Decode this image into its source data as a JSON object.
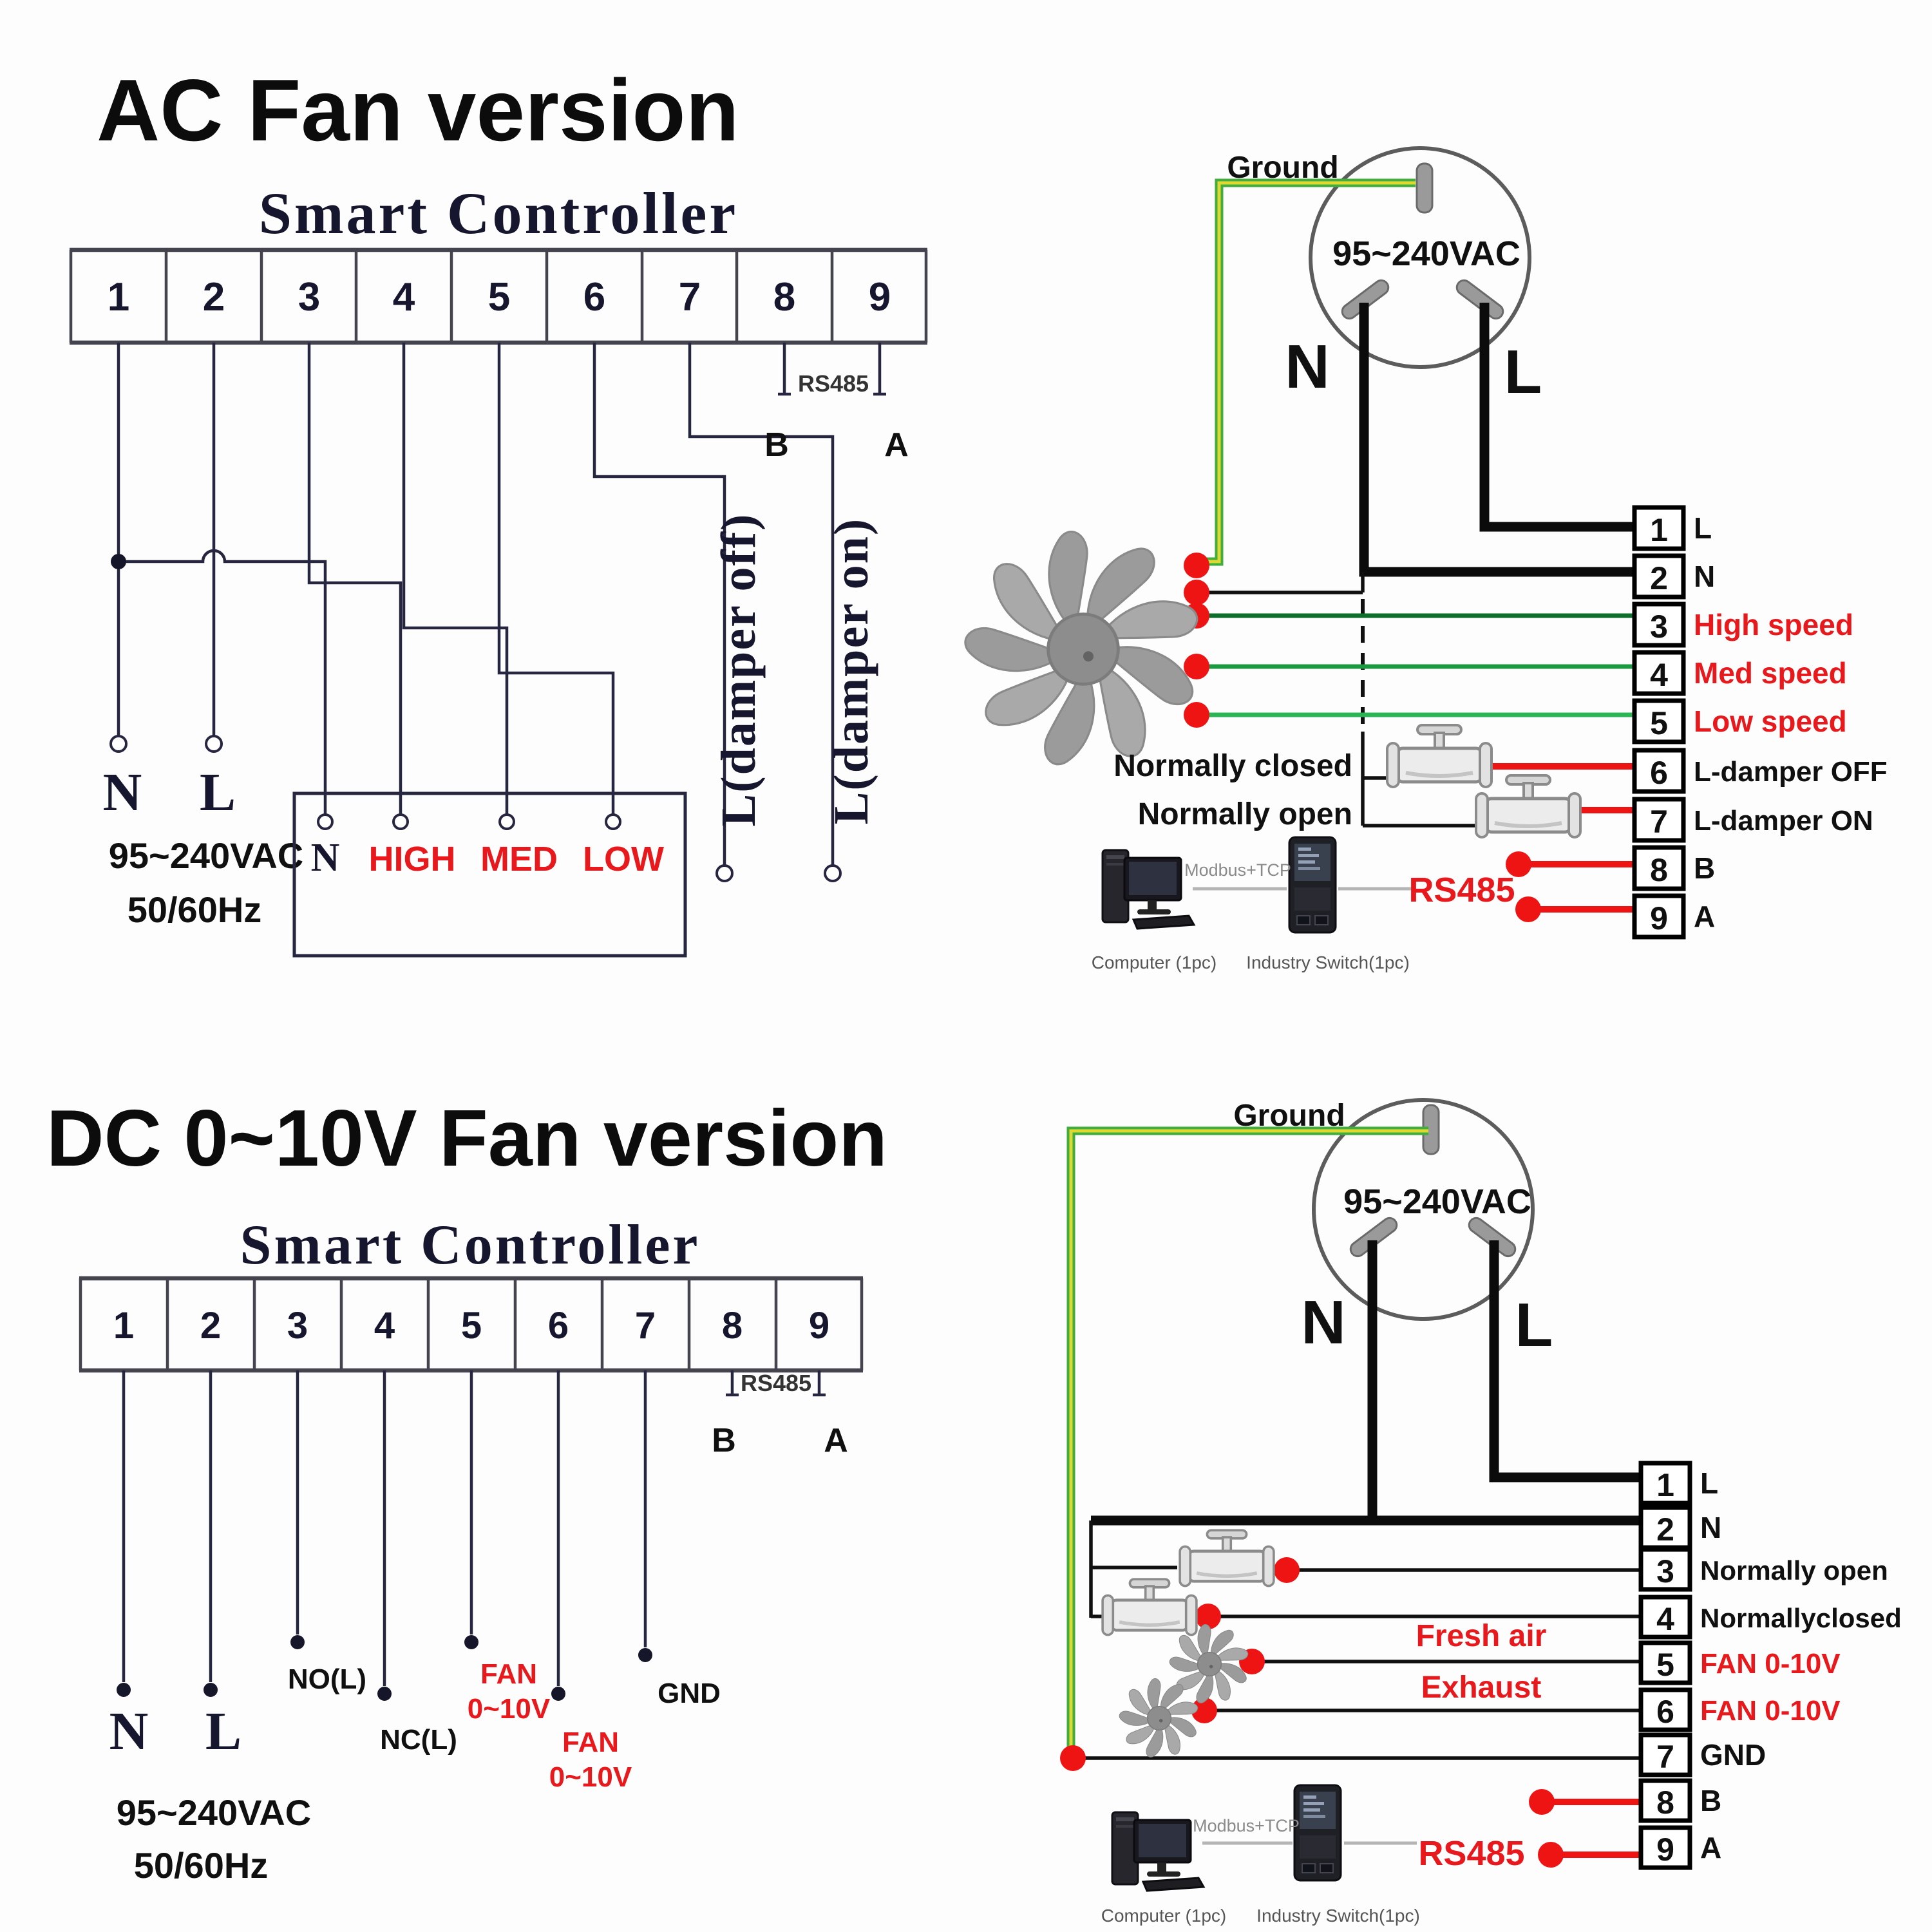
{
  "colors": {
    "accent_red": "#e8191c",
    "wire_red": "#ee1414",
    "wire_green_high": "#0d6f2c",
    "wire_green_med": "#1b9a41",
    "wire_green_low": "#2bb554",
    "ground_green": "#3fae3f",
    "ground_yellow": "#ddd832",
    "diagram_navy": "#16162e"
  },
  "ac": {
    "title": "AC Fan version",
    "controller": {
      "name": "Smart Controller",
      "terminals": [
        "1",
        "2",
        "3",
        "4",
        "5",
        "6",
        "7",
        "8",
        "9"
      ],
      "rs485": "RS485",
      "b": "B",
      "a": "A"
    },
    "supply": {
      "n": "N",
      "l": "L",
      "voltage": "95~240VAC",
      "freq": "50/60Hz"
    },
    "fan_box": {
      "n": "N",
      "high": "HIGH",
      "med": "MED",
      "low": "LOW"
    },
    "damper_off": "L(damper off)",
    "damper_on": "L(damper on)",
    "plug": {
      "ground": "Ground",
      "voltage": "95~240VAC",
      "n": "N",
      "l": "L"
    },
    "valves": {
      "closed": "Normally closed",
      "open": "Normally open"
    },
    "comms": {
      "modbus": "Modbus+TCP",
      "computer": "Computer (1pc)",
      "switch": "Industry Switch(1pc)",
      "rs485": "RS485"
    },
    "block": [
      {
        "num": "1",
        "label": "L"
      },
      {
        "num": "2",
        "label": "N"
      },
      {
        "num": "3",
        "label": "High speed"
      },
      {
        "num": "4",
        "label": "Med speed"
      },
      {
        "num": "5",
        "label": "Low speed"
      },
      {
        "num": "6",
        "label": "L-damper OFF"
      },
      {
        "num": "7",
        "label": "L-damper ON"
      },
      {
        "num": "8",
        "label": "B"
      },
      {
        "num": "9",
        "label": "A"
      }
    ]
  },
  "dc": {
    "title": "DC 0~10V Fan version",
    "controller": {
      "name": "Smart Controller",
      "terminals": [
        "1",
        "2",
        "3",
        "4",
        "5",
        "6",
        "7",
        "8",
        "9"
      ],
      "rs485": "RS485",
      "b": "B",
      "a": "A"
    },
    "supply": {
      "n": "N",
      "l": "L",
      "voltage": "95~240VAC",
      "freq": "50/60Hz"
    },
    "outputs": {
      "no": "NO(L)",
      "nc": "NC(L)",
      "fan1_line1": "FAN",
      "fan1_line2": "0~10V",
      "fan2_line1": "FAN",
      "fan2_line2": "0~10V",
      "gnd": "GND"
    },
    "plug": {
      "ground": "Ground",
      "voltage": "95~240VAC",
      "n": "N",
      "l": "L"
    },
    "labels": {
      "fresh_air": "Fresh air",
      "exhaust": "Exhaust"
    },
    "comms": {
      "modbus": "Modbus+TCP",
      "computer": "Computer (1pc)",
      "switch": "Industry Switch(1pc)",
      "rs485": "RS485"
    },
    "block": [
      {
        "num": "1",
        "label": "L"
      },
      {
        "num": "2",
        "label": "N"
      },
      {
        "num": "3",
        "label": "Normally open"
      },
      {
        "num": "4",
        "label": "Normallyclosed"
      },
      {
        "num": "5",
        "label": "FAN 0-10V"
      },
      {
        "num": "6",
        "label": "FAN 0-10V"
      },
      {
        "num": "7",
        "label": "GND"
      },
      {
        "num": "8",
        "label": "B"
      },
      {
        "num": "9",
        "label": "A"
      }
    ]
  }
}
